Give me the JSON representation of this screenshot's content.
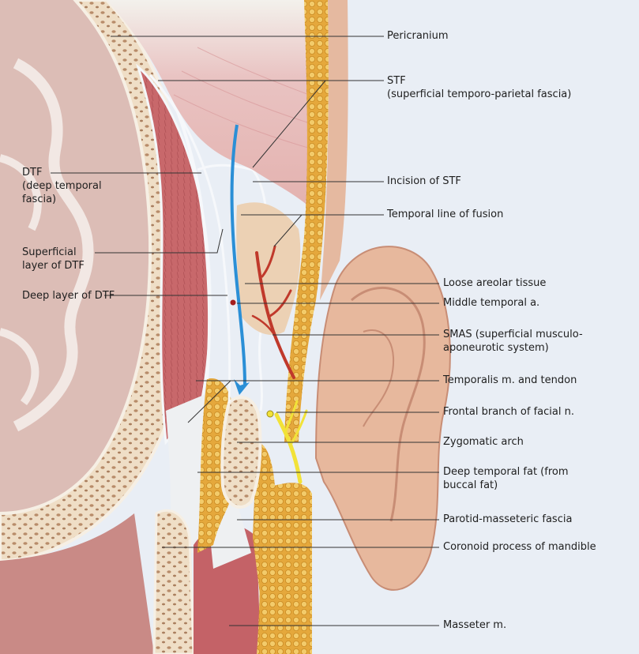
{
  "labels_right": [
    {
      "id": "pericranium",
      "lines": [
        "Pericranium"
      ]
    },
    {
      "id": "stf",
      "lines": [
        "STF",
        "(superficial temporo-parietal fascia)"
      ]
    },
    {
      "id": "incision",
      "lines": [
        "Incision of STF"
      ]
    },
    {
      "id": "temporal-line",
      "lines": [
        "Temporal line of fusion"
      ]
    },
    {
      "id": "loose-areolar",
      "lines": [
        "Loose areolar tissue"
      ]
    },
    {
      "id": "middle-temporal",
      "lines": [
        "Middle temporal a."
      ]
    },
    {
      "id": "smas",
      "lines": [
        "SMAS (superficial musculo-",
        "aponeurotic system)"
      ]
    },
    {
      "id": "temporalis",
      "lines": [
        "Temporalis m. and tendon"
      ]
    },
    {
      "id": "frontal-branch",
      "lines": [
        "Frontal branch of facial n."
      ]
    },
    {
      "id": "zygomatic",
      "lines": [
        "Zygomatic arch"
      ]
    },
    {
      "id": "deep-fat",
      "lines": [
        "Deep temporal fat (from",
        "buccal fat)"
      ]
    },
    {
      "id": "parotid",
      "lines": [
        "Parotid-masseteric fascia"
      ]
    },
    {
      "id": "coronoid",
      "lines": [
        "Coronoid process of mandible"
      ]
    },
    {
      "id": "masseter",
      "lines": [
        "Masseter m."
      ]
    }
  ],
  "labels_left": [
    {
      "id": "dtf",
      "lines": [
        "DTF",
        "(deep temporal",
        "fascia)"
      ]
    },
    {
      "id": "superficial-dtf",
      "lines": [
        "Superficial",
        "layer of DTF"
      ]
    },
    {
      "id": "deep-dtf",
      "lines": [
        "Deep layer of DTF"
      ]
    }
  ],
  "colors": {
    "background": "#e9eef5",
    "brain": "#d9b8b2",
    "bone": "#eedcc4",
    "fat": "#e8b24a",
    "muscle": "#c9686a",
    "fascia": "#f4f7fa",
    "skin": "#e6b89e",
    "arrow": "#2b8fd6",
    "artery": "#c0392b",
    "nerve": "#f2e238",
    "leader": "#333333"
  },
  "icons": [
    "blue-arrow",
    "artery-branch",
    "facial-nerve-branch"
  ]
}
